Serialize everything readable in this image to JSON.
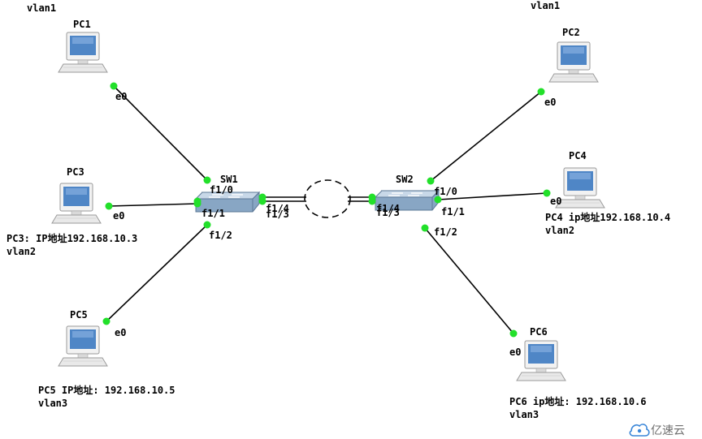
{
  "colors": {
    "port_dot": "#22e02a",
    "link": "#000000",
    "monitor_screen": "#4f86c6",
    "switch_body": "#7f9fc0",
    "watermark_icon": "#3a86d8"
  },
  "vlan_labels": {
    "left_top": "vlan1",
    "right_top": "vlan1"
  },
  "devices": {
    "pc1": {
      "name": "PC1",
      "port": "e0",
      "icon": "computer-icon"
    },
    "pc2": {
      "name": "PC2",
      "port": "e0",
      "icon": "computer-icon"
    },
    "pc3": {
      "name": "PC3",
      "port": "e0",
      "icon": "computer-icon",
      "info_line1": "PC3: IP地址192.168.10.3",
      "info_line2": "vlan2"
    },
    "pc4": {
      "name": "PC4",
      "port": "e0",
      "icon": "computer-icon",
      "info_line1": "PC4 ip地址192.168.10.4",
      "info_line2": "vlan2"
    },
    "pc5": {
      "name": "PC5",
      "port": "e0",
      "icon": "computer-icon",
      "info_line1": "PC5 IP地址: 192.168.10.5",
      "info_line2": "vlan3"
    },
    "pc6": {
      "name": "PC6",
      "port": "e0",
      "icon": "computer-icon",
      "info_line1": "PC6 ip地址: 192.168.10.6",
      "info_line2": "vlan3"
    },
    "sw1": {
      "name": "SW1",
      "icon": "switch-icon",
      "ports": {
        "f10": "f1/0",
        "f11": "f1/1",
        "f12": "f1/2",
        "f13": "f1/3",
        "f14": "f1/4"
      }
    },
    "sw2": {
      "name": "SW2",
      "icon": "switch-icon",
      "ports": {
        "f10": "f1/0",
        "f11": "f1/1",
        "f12": "f1/2",
        "f13": "f1/3",
        "f14": "f1/4"
      }
    }
  },
  "trunk": {
    "icon": "ethernet-bundle-icon"
  },
  "watermark": {
    "text": "亿速云",
    "icon": "yisu-logo-icon"
  }
}
